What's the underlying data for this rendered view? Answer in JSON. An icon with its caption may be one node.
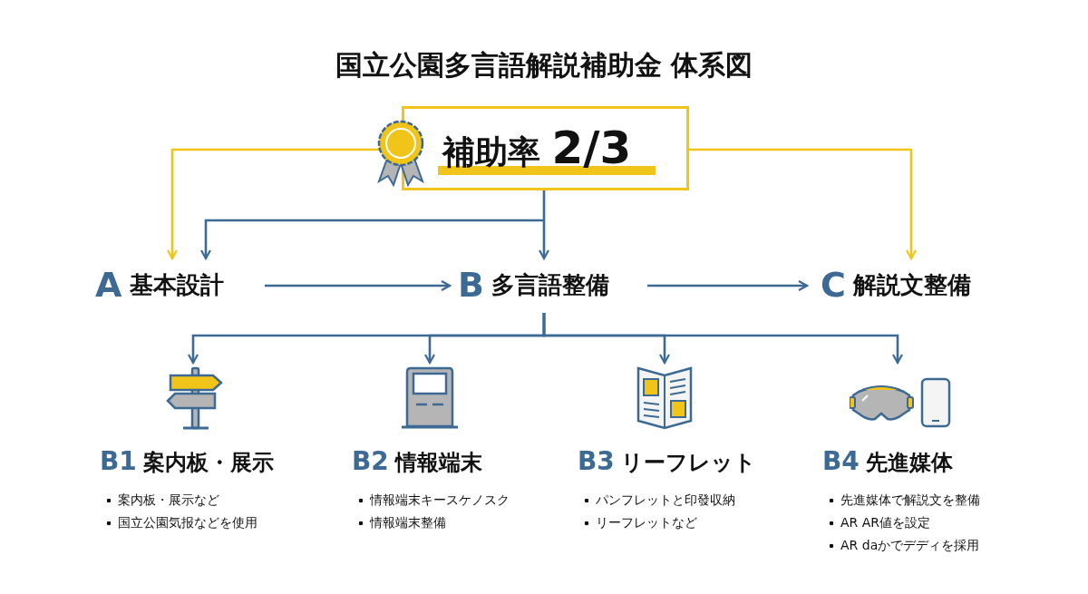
{
  "diagram": {
    "title": "国立公園多言語解説補助金 体系図",
    "nodes": [
      {
        "text": [
          "補助率",
          "2/3"
        ]
      },
      {
        "text": [
          "A",
          "基本設計"
        ]
      },
      {
        "text": [
          "B",
          "多言語整備"
        ]
      },
      {
        "text": [
          "C",
          "解説文整備"
        ]
      },
      {
        "text": [
          "B1",
          "案内板・展示",
          "案内板・展示など",
          "国立公園気报などを使用"
        ]
      },
      {
        "text": [
          "B2",
          "情報端末",
          "情報端末キースケノスク",
          "情報端末整備"
        ]
      },
      {
        "text": [
          "B3",
          "リーフレット",
          "パンフレットと印發収納",
          "リーフレットなど"
        ]
      },
      {
        "text": [
          "B4",
          "先進媒体",
          "先進媒体で解説文を整備",
          "AR AR値を設定",
          "AR daかでデディを採用"
        ]
      }
    ],
    "edges": [
      {
        "from": 0,
        "to": 1,
        "arrow": "to",
        "color": "#f0c419"
      },
      {
        "from": 0,
        "to": 3,
        "arrow": "to",
        "color": "#f0c419"
      },
      {
        "from": 0,
        "to": 2,
        "arrow": "to"
      },
      {
        "from": 0,
        "to": 1,
        "arrow": "to"
      },
      {
        "from": 1,
        "to": 2,
        "arrow": "to"
      },
      {
        "from": 2,
        "to": 3,
        "arrow": "to"
      },
      {
        "from": 2,
        "to": 4,
        "arrow": "to"
      },
      {
        "from": 2,
        "to": 5,
        "arrow": "to"
      },
      {
        "from": 2,
        "to": 6,
        "arrow": "to"
      },
      {
        "from": 2,
        "to": 7,
        "arrow": "to"
      }
    ]
  }
}
